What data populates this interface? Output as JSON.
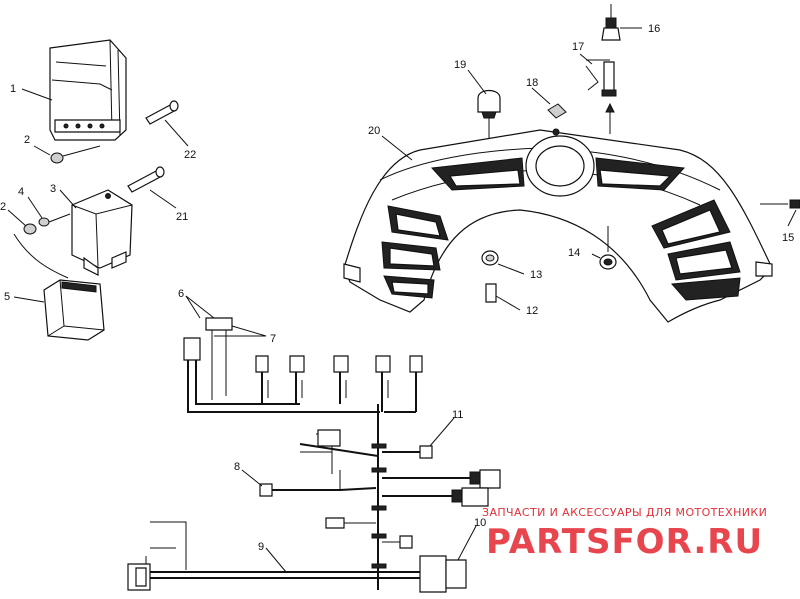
{
  "callouts": [
    {
      "id": "1",
      "label": "1"
    },
    {
      "id": "2a",
      "label": "2"
    },
    {
      "id": "2b",
      "label": "2"
    },
    {
      "id": "3",
      "label": "3"
    },
    {
      "id": "4",
      "label": "4"
    },
    {
      "id": "5",
      "label": "5"
    },
    {
      "id": "6",
      "label": "6"
    },
    {
      "id": "7",
      "label": "7"
    },
    {
      "id": "8",
      "label": "8"
    },
    {
      "id": "9",
      "label": "9"
    },
    {
      "id": "10",
      "label": "10"
    },
    {
      "id": "11",
      "label": "11"
    },
    {
      "id": "12",
      "label": "12"
    },
    {
      "id": "13",
      "label": "13"
    },
    {
      "id": "14",
      "label": "14"
    },
    {
      "id": "15",
      "label": "15"
    },
    {
      "id": "16",
      "label": "16"
    },
    {
      "id": "17",
      "label": "17"
    },
    {
      "id": "18",
      "label": "18"
    },
    {
      "id": "19",
      "label": "19"
    },
    {
      "id": "20",
      "label": "20"
    },
    {
      "id": "21",
      "label": "21"
    },
    {
      "id": "22",
      "label": "22"
    }
  ],
  "watermark": {
    "tagline": "ЗАПЧАСТИ И АКСЕССУАРЫ ДЛЯ МОТОТЕХНИКИ",
    "brand": "PARTSFOR.RU",
    "color": "#e8464f"
  }
}
